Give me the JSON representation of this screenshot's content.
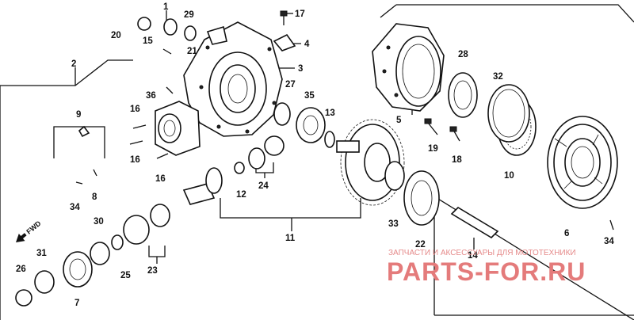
{
  "labels": {
    "p1": "1",
    "p2": "2",
    "p3": "3",
    "p4": "4",
    "p5": "5",
    "p6": "6",
    "p7": "7",
    "p8": "8",
    "p9": "9",
    "p10": "10",
    "p11": "11",
    "p12": "12",
    "p13": "13",
    "p14": "14",
    "p15": "15",
    "p16a": "16",
    "p16b": "16",
    "p16c": "16",
    "p17": "17",
    "p18": "18",
    "p19": "19",
    "p20": "20",
    "p21": "21",
    "p22": "22",
    "p23": "23",
    "p24": "24",
    "p25": "25",
    "p26": "26",
    "p27": "27",
    "p28": "28",
    "p29": "29",
    "p30": "30",
    "p31": "31",
    "p32": "32",
    "p33": "33",
    "p34a": "34",
    "p34b": "34",
    "p35": "35",
    "p36": "36"
  },
  "direction_marker": "FWD",
  "watermark": {
    "tagline": "ЗАПЧАСТИ И АКСЕССУАРЫ ДЛЯ МОТОТЕХНИКИ",
    "brand": "PARTS-FOR.RU"
  },
  "colors": {
    "line": "#111111",
    "watermark": "#e47b7b",
    "background": "#ffffff"
  }
}
